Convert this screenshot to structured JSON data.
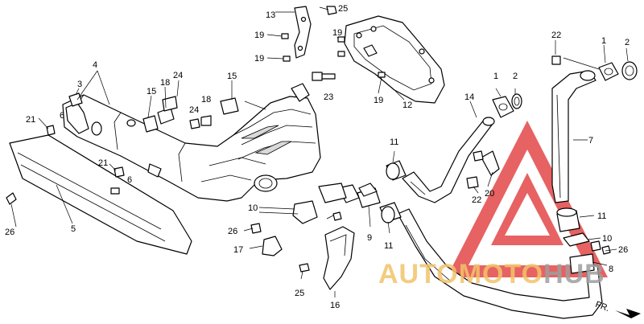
{
  "diagram": {
    "callouts": [
      "1",
      "1",
      "2",
      "2",
      "3",
      "4",
      "5",
      "6",
      "6",
      "7",
      "8",
      "9",
      "10",
      "10",
      "11",
      "11",
      "11",
      "12",
      "13",
      "14",
      "15",
      "15",
      "16",
      "17",
      "18",
      "18",
      "19",
      "19",
      "19",
      "19",
      "20",
      "21",
      "21",
      "22",
      "22",
      "23",
      "24",
      "24",
      "25",
      "25",
      "26",
      "26",
      "26"
    ],
    "direction_label": "FR.",
    "watermark": {
      "text_part1": "AUTOMOTO",
      "text_part2": "HUB",
      "color_part1": "#f2c46b",
      "color_part2": "#9e9e9e",
      "triangle_color": "#e23b3b"
    }
  }
}
